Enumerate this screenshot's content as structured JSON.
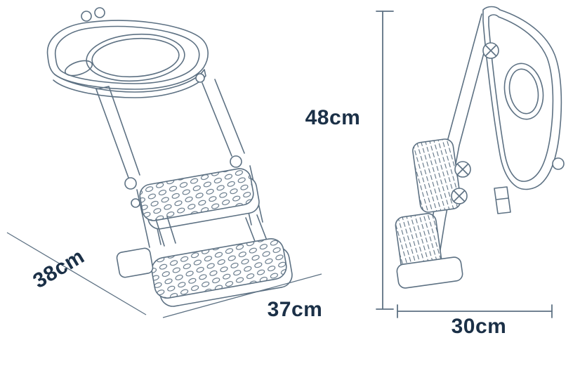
{
  "diagram": {
    "dimensions": {
      "depth": "38cm",
      "width": "37cm",
      "height": "48cm",
      "folded_width": "30cm"
    },
    "colors": {
      "line": "#5d7183",
      "text": "#1b3047",
      "background": "#ffffff"
    }
  }
}
